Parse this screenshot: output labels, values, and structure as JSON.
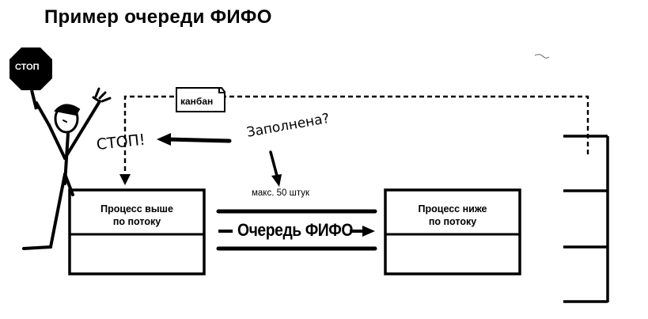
{
  "title": "Пример очереди ФИФО",
  "upstream_process": {
    "line1": "Процесс выше",
    "line2": "по потоку"
  },
  "downstream_process": {
    "line1": "Процесс ниже",
    "line2": "по потоку"
  },
  "queue": {
    "label": "Очередь ФИФО",
    "max_label": "макс. 50 штук"
  },
  "kanban": {
    "label": "канбан"
  },
  "stop_sign": {
    "label": "СТОП"
  },
  "annotations": {
    "stop_shout": "СТОП!",
    "full_question": "Заполнена?"
  },
  "icons": [
    "stop-sign-icon",
    "stick-figure-icon",
    "kanban-card-icon",
    "shelf-rack-icon"
  ]
}
